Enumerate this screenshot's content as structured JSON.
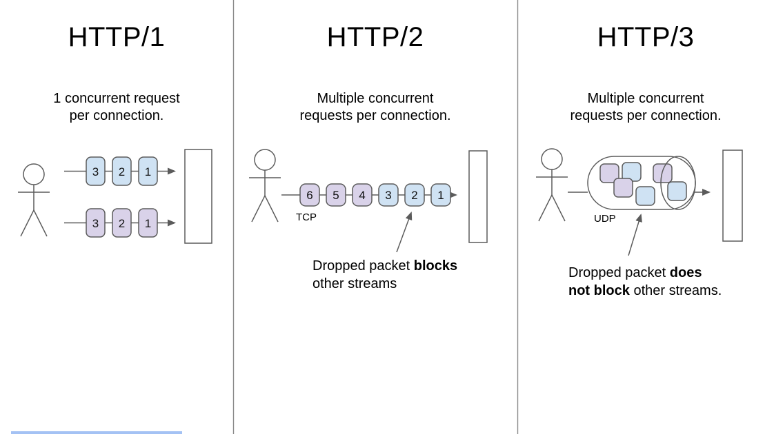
{
  "colors": {
    "packet_blue": "#cfe2f3",
    "packet_purple": "#d9d2e9",
    "stroke": "#5b5b5b",
    "divider": "#8a8a8a",
    "bottom_strip": "#a4c2f4"
  },
  "columns": [
    {
      "title": "HTTP/1",
      "subtitle": [
        "1 concurrent request",
        "per connection."
      ],
      "streams": [
        {
          "packets": [
            "3",
            "2",
            "1"
          ]
        },
        {
          "packets": [
            "3",
            "2",
            "1"
          ]
        }
      ]
    },
    {
      "title": "HTTP/2",
      "subtitle": [
        "Multiple concurrent",
        "requests per connection."
      ],
      "protocol_label": "TCP",
      "packets": [
        "6",
        "5",
        "4",
        "3",
        "2",
        "1"
      ],
      "caption": {
        "line1_regular": "Dropped packet ",
        "line1_bold": "blocks",
        "line2_regular": "other streams"
      }
    },
    {
      "title": "HTTP/3",
      "subtitle": [
        "Multiple concurrent",
        "requests per connection."
      ],
      "protocol_label": "UDP",
      "caption": {
        "line1_regular": "Dropped packet ",
        "line1_bold": "does",
        "line2_bold": "not block",
        "line2_regular": " other streams."
      }
    }
  ]
}
